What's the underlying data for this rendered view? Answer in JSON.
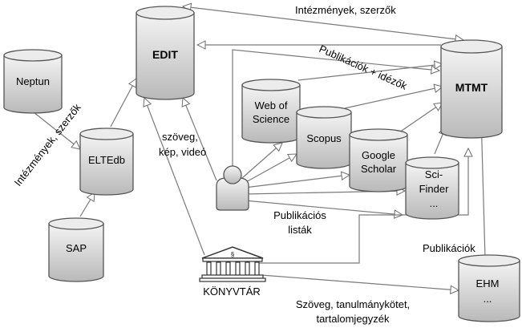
{
  "nodes": {
    "neptun": "Neptun",
    "eltedb": "ELTEdb",
    "sap": "SAP",
    "edit": "EDIT",
    "mtmt": "MTMT",
    "wos": [
      "Web of",
      "Science"
    ],
    "scopus": "Scopus",
    "google": [
      "Google",
      "Scholar"
    ],
    "scifinder": [
      "Sci-",
      "Finder",
      "..."
    ],
    "ehm": [
      "EHM",
      "..."
    ],
    "konyvtar": "KÖNYVTÁR",
    "konyvtar_symbol": "§"
  },
  "labels": {
    "intezmenyek_top": "Intézmények, szerzők",
    "intezmenyek_left": "Intézmények, szerzők",
    "publikaciok_idezok": "Publikációk + idézők",
    "szoveg_kep_video": [
      "szöveg,",
      "kép, videó"
    ],
    "publikacios_listak": [
      "Publikációs",
      "listák"
    ],
    "publikaciok": "Publikációk",
    "szoveg_tanulmany": [
      "Szöveg, tanulmánykötet,",
      "tartalomjegyzék"
    ]
  },
  "icons": {
    "person": "person-icon",
    "library": "library-building-icon"
  }
}
